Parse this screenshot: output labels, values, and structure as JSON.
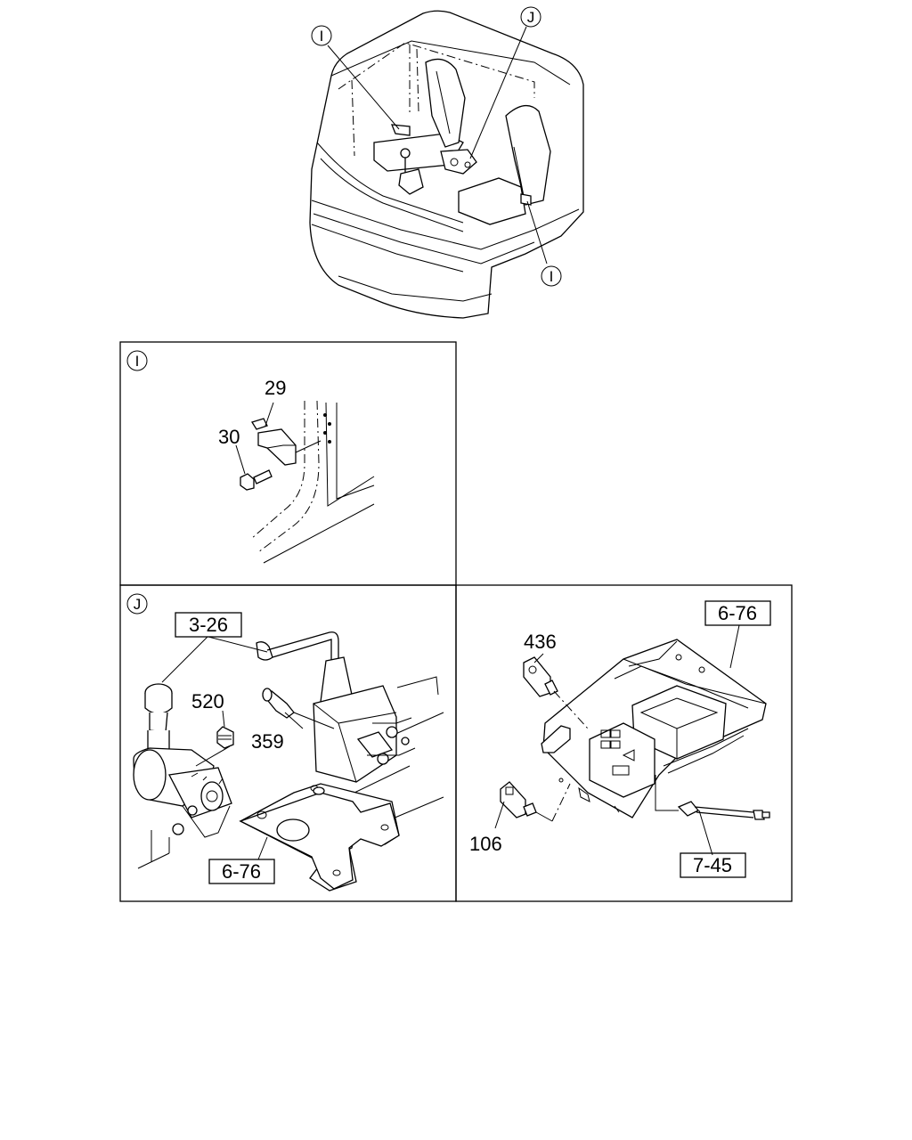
{
  "overview": {
    "callouts": {
      "i_top": "I",
      "j_top": "J",
      "i_bottom": "I"
    }
  },
  "panel_i": {
    "callout": "I",
    "parts": {
      "p29": "29",
      "p30": "30"
    }
  },
  "panel_j": {
    "callout": "J",
    "refs": {
      "r326": "3-26",
      "r676": "6-76"
    },
    "parts": {
      "p520": "520",
      "p359": "359"
    }
  },
  "panel_k": {
    "refs": {
      "r676": "6-76",
      "r745": "7-45"
    },
    "parts": {
      "p436": "436",
      "p106": "106"
    }
  }
}
